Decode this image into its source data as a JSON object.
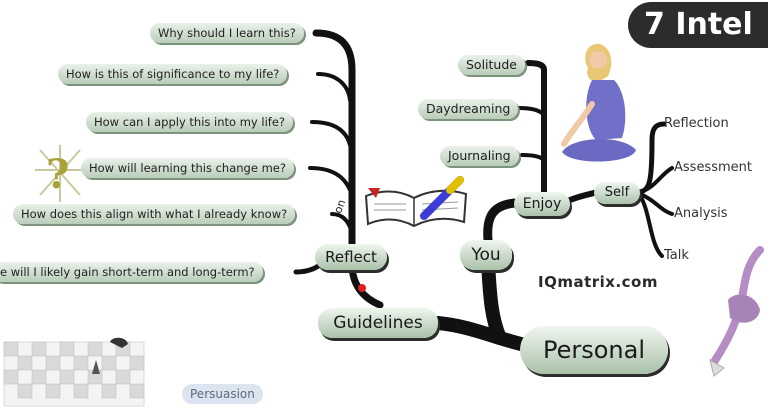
{
  "title": "7 Intel",
  "site": "IQmatrix.com",
  "connector": "on",
  "central": {
    "label": "Personal"
  },
  "hubs": {
    "guidelines": "Guidelines",
    "reflect": "Reflect",
    "you": "You",
    "enjoy": "Enjoy",
    "self": "Self"
  },
  "reflect_questions": [
    "Why should I learn this?",
    "How is this of significance to my life?",
    "How can I apply this into my life?",
    "How will learning this change me?",
    "How does this align with what I already know?",
    "e will I likely gain short-term and long-term?"
  ],
  "enjoy_items": [
    "Solitude",
    "Daydreaming",
    "Journaling"
  ],
  "self_items": [
    "Reflection",
    "Assessment",
    "Analysis",
    "Talk"
  ],
  "other": {
    "persuasion": "Persuasion"
  },
  "icons": [
    "question-mark-icon",
    "book-and-pen-icon",
    "meditating-woman-icon",
    "chessboard-icon",
    "purple-figure-icon"
  ],
  "colors": {
    "branch": "#111111",
    "pill_fill": "#c8d8c8",
    "accent_red": "#e02020"
  }
}
